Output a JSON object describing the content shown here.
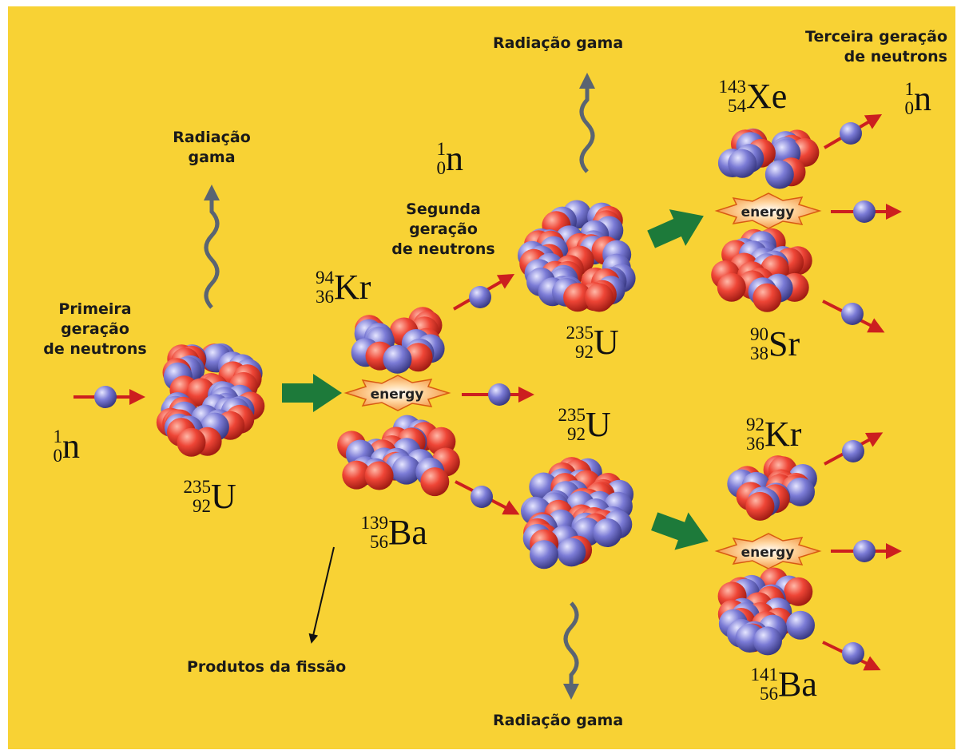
{
  "labels": {
    "gamma_top": "Radiação gama",
    "third_gen": "Terceira geração\nde neutrons",
    "gamma_left": "Radiação\ngama",
    "second_gen": "Segunda\ngeração\nde neutrons",
    "first_gen": "Primeira\ngeração\nde neutrons",
    "fission_products": "Produtos da fissão",
    "gamma_bottom": "Radiação gama"
  },
  "energy_label": "energy",
  "isotopes": [
    {
      "name": "n-first",
      "mass": "1",
      "atomic": "0",
      "symbol": "n"
    },
    {
      "name": "u235-first",
      "mass": "235",
      "atomic": "92",
      "symbol": "U"
    },
    {
      "name": "kr94",
      "mass": "94",
      "atomic": "36",
      "symbol": "Kr"
    },
    {
      "name": "ba139",
      "mass": "139",
      "atomic": "56",
      "symbol": "Ba"
    },
    {
      "name": "n-second",
      "mass": "1",
      "atomic": "0",
      "symbol": "n"
    },
    {
      "name": "u235-upper",
      "mass": "235",
      "atomic": "92",
      "symbol": "U"
    },
    {
      "name": "u235-lower",
      "mass": "235",
      "atomic": "92",
      "symbol": "U"
    },
    {
      "name": "xe143",
      "mass": "143",
      "atomic": "54",
      "symbol": "Xe"
    },
    {
      "name": "n-third",
      "mass": "1",
      "atomic": "0",
      "symbol": "n"
    },
    {
      "name": "sr90",
      "mass": "90",
      "atomic": "38",
      "symbol": "Sr"
    },
    {
      "name": "kr92",
      "mass": "92",
      "atomic": "36",
      "symbol": "Kr"
    },
    {
      "name": "ba141",
      "mass": "141",
      "atomic": "56",
      "symbol": "Ba"
    }
  ],
  "colors": {
    "background": "#f8d234",
    "proton": "#e23a2c",
    "neutron": "#6f6fcf",
    "neutron_arrow": "#cc1f1f",
    "fission_arrow": "#1d7a3a",
    "gamma_ray": "#5a6472",
    "energy_burst": "#ee7a1e"
  }
}
